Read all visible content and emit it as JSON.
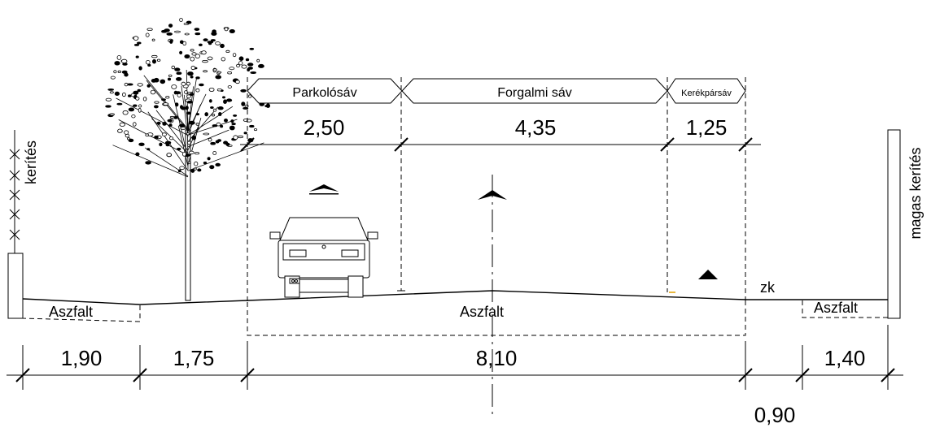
{
  "lanes": {
    "parking": "Parkolósáv",
    "traffic": "Forgalmi sáv",
    "bike": "Kerékpársáv"
  },
  "lane_widths": {
    "parking": "2,50",
    "traffic": "4,35",
    "bike": "1,25"
  },
  "bottom_dims": {
    "d1": "1,90",
    "d2": "1,75",
    "d3": "8,10",
    "d4": "1,40",
    "d5": "0,90"
  },
  "surfaces": {
    "left": "Aszfalt",
    "center": "Aszfalt",
    "right": "Aszfalt"
  },
  "labels": {
    "left_fence": "kerítés",
    "right_fence": "magas kerítés",
    "curb": "zk"
  }
}
